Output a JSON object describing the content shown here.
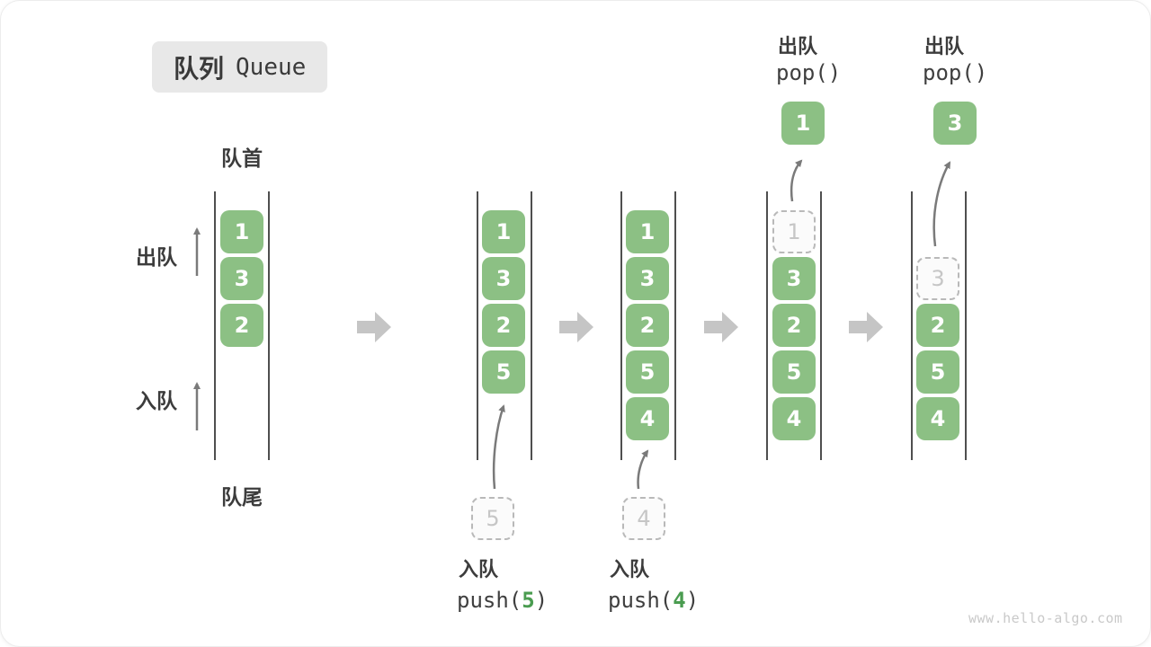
{
  "title": {
    "zh": "队列",
    "en": "Queue"
  },
  "side_labels": {
    "front": "队首",
    "rear": "队尾",
    "dequeue": "出队",
    "enqueue": "入队"
  },
  "queues": [
    {
      "name": "state-initial",
      "cells": [
        {
          "value": "1",
          "type": "solid"
        },
        {
          "value": "3",
          "type": "solid"
        },
        {
          "value": "2",
          "type": "solid"
        }
      ]
    },
    {
      "name": "state-after-push-5",
      "cells": [
        {
          "value": "1",
          "type": "solid"
        },
        {
          "value": "3",
          "type": "solid"
        },
        {
          "value": "2",
          "type": "solid"
        },
        {
          "value": "5",
          "type": "solid"
        }
      ],
      "staged": {
        "value": "5"
      }
    },
    {
      "name": "state-after-push-4",
      "cells": [
        {
          "value": "1",
          "type": "solid"
        },
        {
          "value": "3",
          "type": "solid"
        },
        {
          "value": "2",
          "type": "solid"
        },
        {
          "value": "5",
          "type": "solid"
        },
        {
          "value": "4",
          "type": "solid"
        }
      ],
      "staged": {
        "value": "4"
      }
    },
    {
      "name": "state-pop-1",
      "cells": [
        {
          "value": "1",
          "type": "dashed"
        },
        {
          "value": "3",
          "type": "solid"
        },
        {
          "value": "2",
          "type": "solid"
        },
        {
          "value": "5",
          "type": "solid"
        },
        {
          "value": "4",
          "type": "solid"
        }
      ],
      "popped": {
        "value": "1"
      }
    },
    {
      "name": "state-pop-3",
      "cells": [
        {
          "value": "3",
          "type": "dashed"
        },
        {
          "value": "2",
          "type": "solid"
        },
        {
          "value": "5",
          "type": "solid"
        },
        {
          "value": "4",
          "type": "solid"
        }
      ],
      "popped": {
        "value": "3"
      }
    }
  ],
  "operations": {
    "push5": {
      "name": "入队",
      "code_fn": "push(",
      "arg": "5",
      "code_close": ")"
    },
    "push4": {
      "name": "入队",
      "code_fn": "push(",
      "arg": "4",
      "code_close": ")"
    },
    "pop1": {
      "name": "出队",
      "code": "pop()"
    },
    "pop2": {
      "name": "出队",
      "code": "pop()"
    }
  },
  "watermark": "www.hello-algo.com",
  "colors": {
    "cell_green": "#8CC084",
    "accent_green": "#4A9C50",
    "block_arrow_gray": "#C5C5C5",
    "thin_arrow_gray": "#7A7A7A",
    "rail_gray": "#4F4F4F",
    "badge_gray": "#E8E8E8"
  }
}
